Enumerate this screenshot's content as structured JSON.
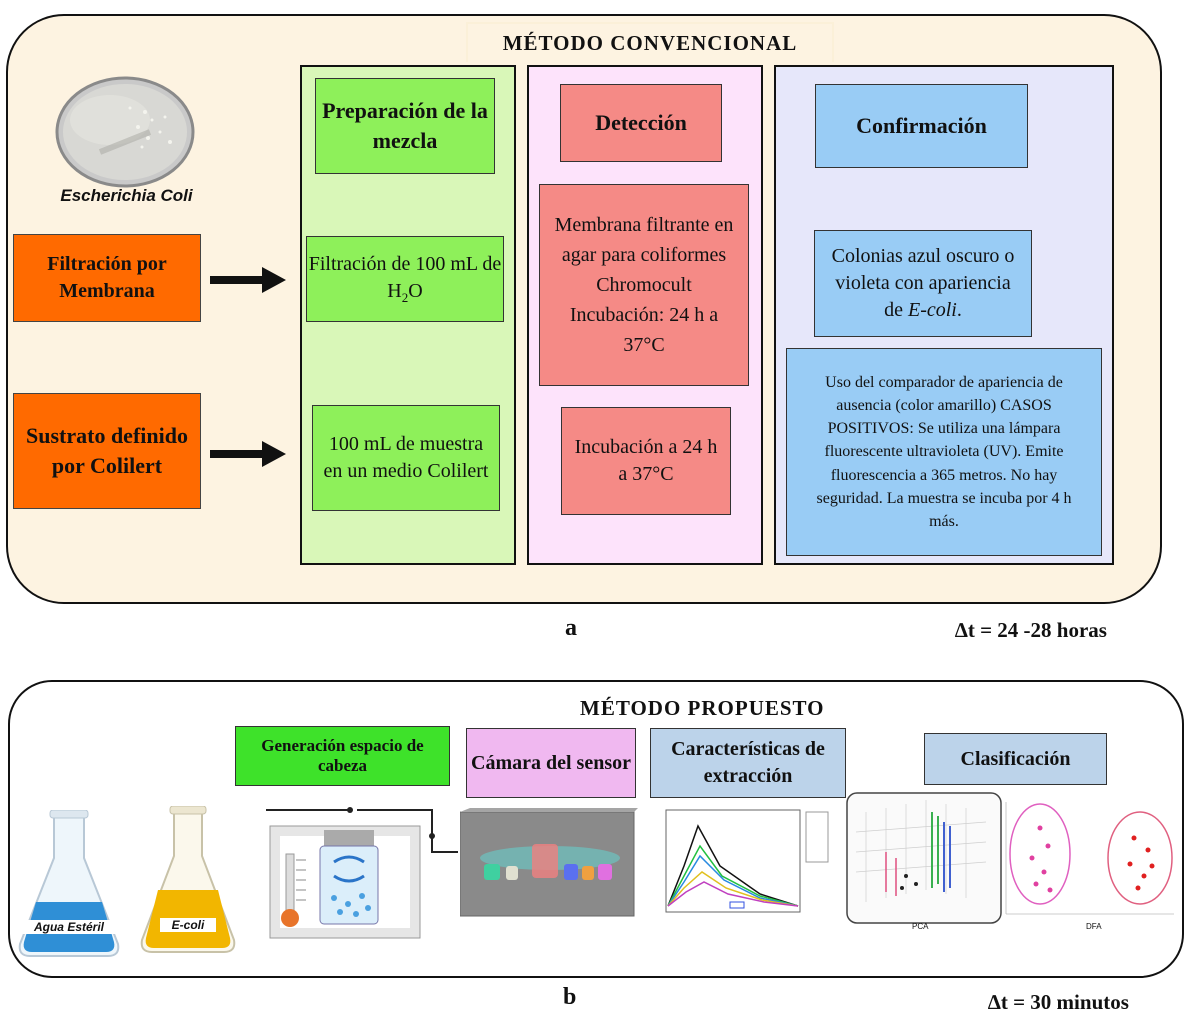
{
  "panel_a": {
    "title": "MÉTODO CONVENCIONAL",
    "organism_label": "Escherichia Coli",
    "methods": [
      {
        "label": "Filtración por Membrana"
      },
      {
        "label": "Sustrato definido por Colilert"
      }
    ],
    "preparation": {
      "header": "Preparación de la mezcla",
      "step1_main": "Filtración de 100 mL de H",
      "step1_sub": "2",
      "step1_end": "O",
      "step2": "100 mL de muestra en un medio Colilert"
    },
    "detection": {
      "header": "Detección",
      "step1": "Membrana filtrante en agar para coliformes Chromocult Incubación: 24 h a 37°C",
      "step2": "Incubación a 24 h a 37°C"
    },
    "confirmation": {
      "header": "Confirmación",
      "step1_main": "Colonias azul oscuro o violeta con apariencia de ",
      "step1_italic": "E-coli",
      "step1_end": ".",
      "step2": "Uso del comparador de apariencia de ausencia (color amarillo) CASOS POSITIVOS: Se utiliza una lámpara fluorescente ultravioleta (UV). Emite fluorescencia a 365 metros. No hay seguridad. La muestra se incuba por 4 h más."
    },
    "panel_label": "a",
    "time": "∆t = 24 -28 horas"
  },
  "panel_b": {
    "title": "MÉTODO PROPUESTO",
    "steps": [
      {
        "label": "Generación espacio de cabeza",
        "color": "#3ee22a"
      },
      {
        "label": "Cámara del sensor",
        "color": "#f0b8f0"
      },
      {
        "label": "Características de extracción",
        "color": "#bcd3ea"
      },
      {
        "label": "Clasificación",
        "color": "#bcd3ea"
      }
    ],
    "flask1_label": "Agua Estéril",
    "flask2_label": "E-coli",
    "pca_label": "PCA",
    "dfa_label": "DFA",
    "panel_label": "b",
    "time": "∆t = 30 minutos"
  },
  "colors": {
    "orange": "#ff6a00",
    "green": "#8ef05a",
    "red": "#f58a86",
    "blue": "#99ccf5",
    "col_green": "#d9f7b8",
    "col_pink": "#fde3fb",
    "col_blue": "#e6e7fa"
  }
}
